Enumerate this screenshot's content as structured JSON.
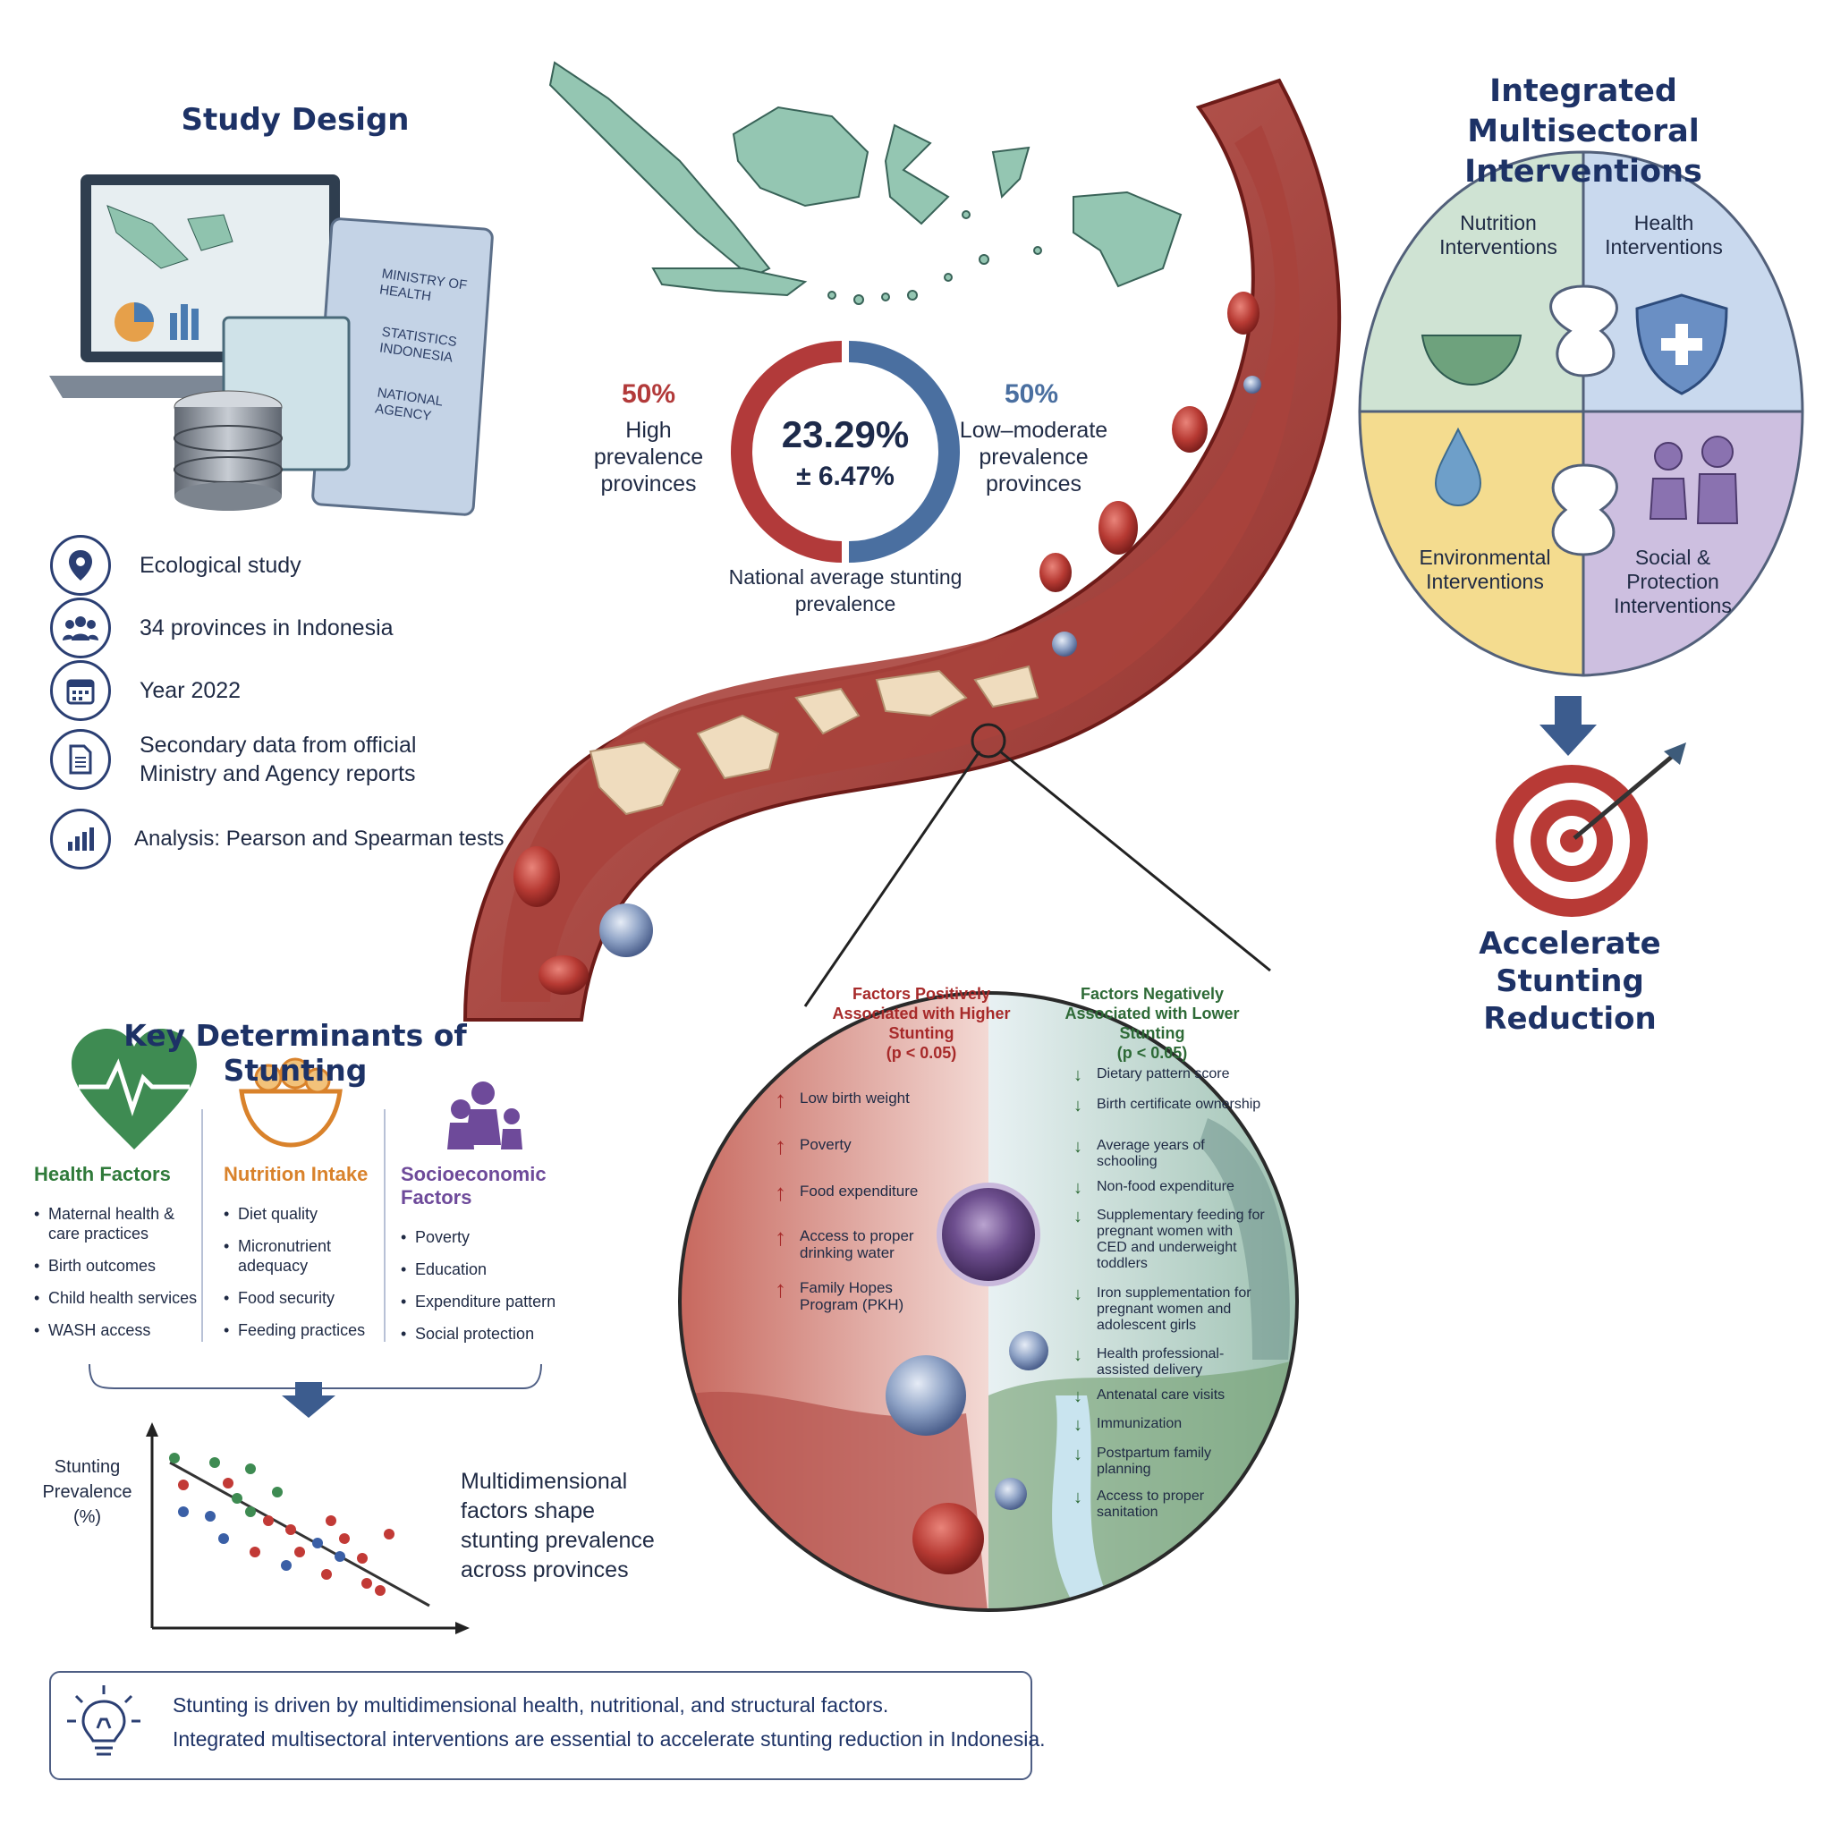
{
  "study_design": {
    "title": "Study Design",
    "doc_labels": [
      "MINISTRY OF HEALTH",
      "STATISTICS INDONESIA",
      "NATIONAL AGENCY"
    ],
    "items": [
      {
        "icon": "location-pin-icon",
        "text": "Ecological study"
      },
      {
        "icon": "people-group-icon",
        "text": "34 provinces in Indonesia"
      },
      {
        "icon": "calendar-icon",
        "text": "Year 2022"
      },
      {
        "icon": "document-icon",
        "text": "Secondary data from official Ministry and Agency reports"
      },
      {
        "icon": "bar-chart-icon",
        "text": "Analysis: Pearson and Spearman tests"
      }
    ]
  },
  "prevalence": {
    "high_pct": "50%",
    "high_label": "High prevalence provinces",
    "low_pct": "50%",
    "low_label": "Low–moderate prevalence provinces",
    "average_value": "23.29%",
    "average_sd": "± 6.47%",
    "caption": "National average stunting prevalence",
    "high_color": "#b23a3a",
    "low_color": "#4a6fa0"
  },
  "interventions": {
    "title": "Integrated Multisectoral Interventions",
    "pieces": [
      {
        "label": "Nutrition Interventions",
        "color": "#cfe3d3"
      },
      {
        "label": "Health Interventions",
        "color": "#c9d9ee"
      },
      {
        "label": "Environmental Interventions",
        "color": "#f4dc8f"
      },
      {
        "label": "Social & Protection Interventions",
        "color": "#cdbfe0"
      }
    ],
    "goal": "Accelerate Stunting Reduction"
  },
  "determinants": {
    "title": "Key Determinants of Stunting",
    "groups": [
      {
        "title": "Health Factors",
        "color": "#2f7a3a",
        "items": [
          "Maternal health & care practices",
          "Birth outcomes",
          "Child health services",
          "WASH access"
        ]
      },
      {
        "title": "Nutrition Intake",
        "color": "#d9822b",
        "items": [
          "Diet quality",
          "Micronutrient adequacy",
          "Food security",
          "Feeding practices"
        ]
      },
      {
        "title": "Socioeconomic Factors",
        "color": "#6e4a9a",
        "items": [
          "Poverty",
          "Education",
          "Expenditure pattern",
          "Social protection"
        ]
      }
    ],
    "scatter_ylabel": "Stunting Prevalence (%)",
    "scatter_caption": "Multidimensional factors shape stunting prevalence across provinces"
  },
  "associations": {
    "positive_title": "Factors Positively Associated with Higher Stunting",
    "positive_p": "(p < 0.05)",
    "positive": [
      "Low birth weight",
      "Poverty",
      "Food expenditure",
      "Access to proper drinking water",
      "Family Hopes Program (PKH)"
    ],
    "negative_title": "Factors Negatively Associated with Lower Stunting",
    "negative_p": "(p < 0.05)",
    "negative": [
      "Dietary pattern score",
      "Birth certificate ownership",
      "Average years of schooling",
      "Non-food expenditure",
      "Supplementary feeding for pregnant women with CED and underweight toddlers",
      "Iron supplementation for pregnant women and adolescent girls",
      "Health professional-assisted delivery",
      "Antenatal care visits",
      "Immunization",
      "Postpartum family planning",
      "Access to proper sanitation"
    ]
  },
  "conclusion": {
    "line1": "Stunting is driven by multidimensional health, nutritional, and structural factors.",
    "line2": "Integrated multisectoral interventions are essential to accelerate stunting reduction in Indonesia."
  }
}
